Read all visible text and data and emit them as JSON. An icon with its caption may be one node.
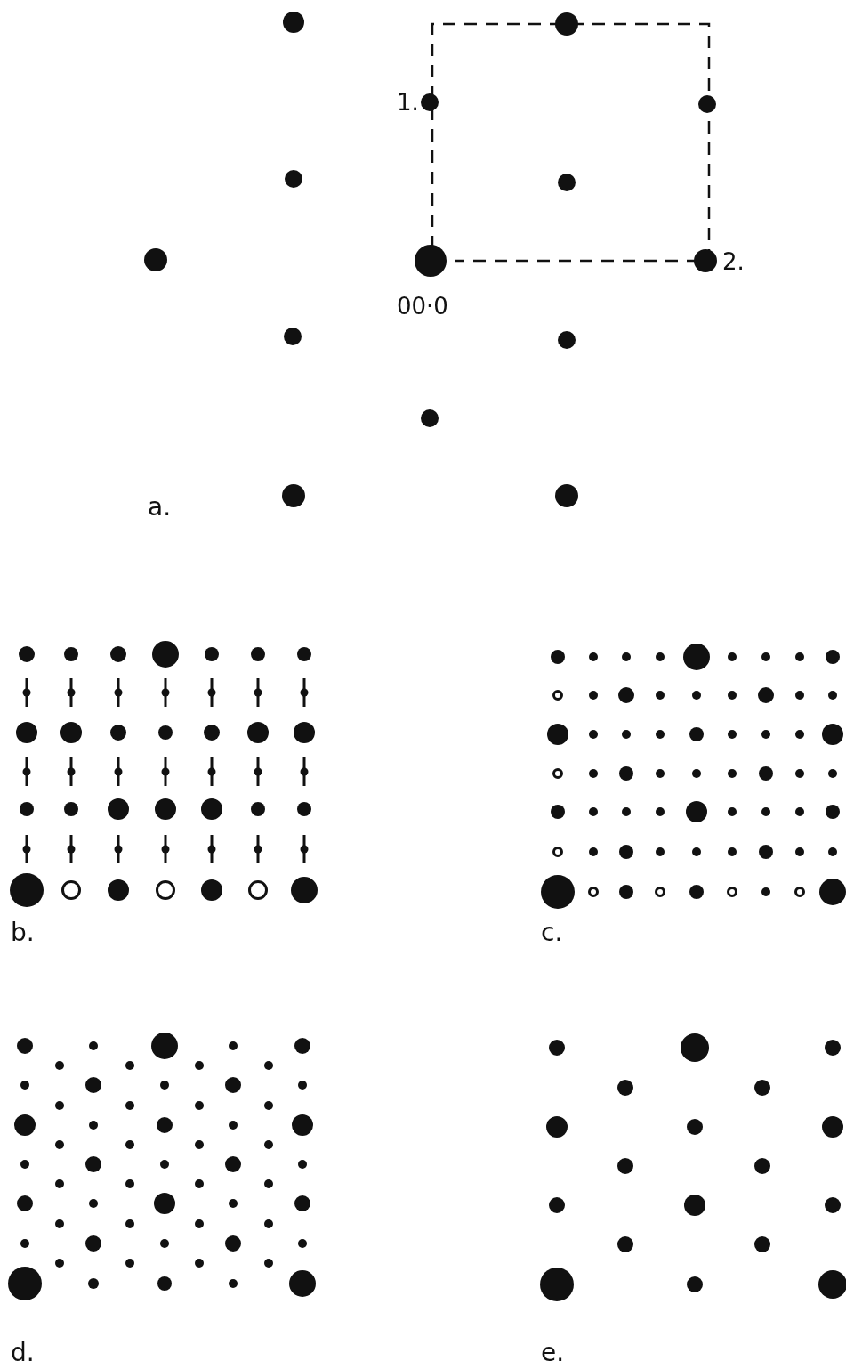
{
  "diagram": {
    "labels": [
      "1.",
      "2.",
      "00·0",
      "a.",
      "b.",
      "c.",
      "d.",
      "e."
    ]
  }
}
